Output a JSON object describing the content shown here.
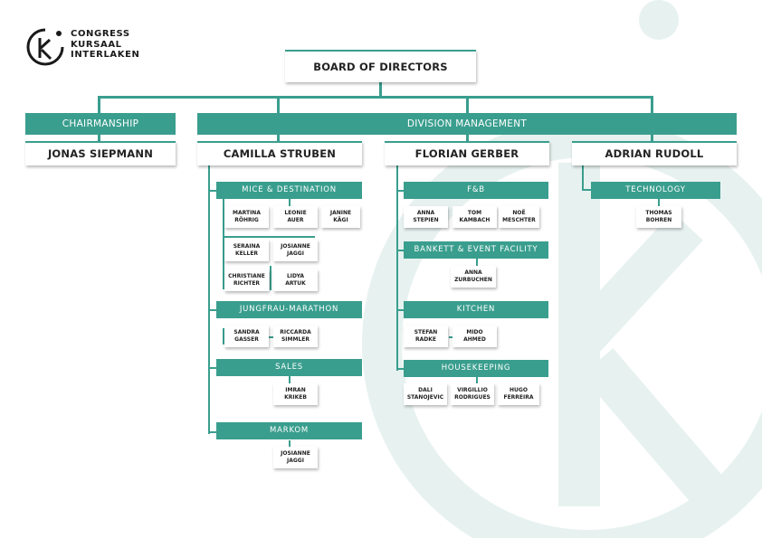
{
  "logo": {
    "lines": [
      "CONGRESS",
      "KURSAAL",
      "INTERLAKEN"
    ],
    "mark": "K"
  },
  "board": "BOARD OF DIRECTORS",
  "chairmanship": {
    "header": "CHAIRMANSHIP",
    "person": "JONAS SIEPMANN"
  },
  "division": {
    "header": "DIVISION MANAGEMENT"
  },
  "heads": [
    "CAMILLA STRUBEN",
    "FLORIAN GERBER",
    "ADRIAN RUDOLL"
  ],
  "camilla": {
    "mice": {
      "label": "MICE & DESTINATION",
      "people": [
        {
          "first": "MARTINA",
          "last": "RÖHRIG"
        },
        {
          "first": "LEONIE",
          "last": "AUER"
        },
        {
          "first": "JANINE",
          "last": "KÄGI"
        },
        {
          "first": "SERAINA",
          "last": "KELLER"
        },
        {
          "first": "JOSIANNE",
          "last": "JAGGI"
        },
        {
          "first": "CHRISTIANE",
          "last": "RICHTER"
        },
        {
          "first": "LIDYA",
          "last": "ARTUK"
        }
      ]
    },
    "jungfrau": {
      "label": "JUNGFRAU-MARATHON",
      "people": [
        {
          "first": "SANDRA",
          "last": "GASSER"
        },
        {
          "first": "RICCARDA",
          "last": "SIMMLER"
        }
      ]
    },
    "sales": {
      "label": "SALES",
      "people": [
        {
          "first": "IMRAN",
          "last": "KRIKEB"
        }
      ]
    },
    "markom": {
      "label": "MARKOM",
      "people": [
        {
          "first": "JOSIANNE",
          "last": "JAGGI"
        }
      ]
    }
  },
  "florian": {
    "fb": {
      "label": "F&B",
      "people": [
        {
          "first": "ANNA",
          "last": "STEPIEN"
        },
        {
          "first": "TOM",
          "last": "KAMBACH"
        },
        {
          "first": "NOË",
          "last": "MESCHTER"
        }
      ]
    },
    "bankett": {
      "label": "BANKETT & EVENT FACILITY",
      "people": [
        {
          "first": "ANNA",
          "last": "ZURBUCHEN"
        }
      ]
    },
    "kitchen": {
      "label": "KITCHEN",
      "people": [
        {
          "first": "STEFAN",
          "last": "RADKE"
        },
        {
          "first": "MIDO",
          "last": "AHMED"
        }
      ]
    },
    "housekeeping": {
      "label": "HOUSEKEEPING",
      "people": [
        {
          "first": "DALI",
          "last": "STANOJEVIC"
        },
        {
          "first": "VIRGILLIO",
          "last": "RODRIGUES"
        },
        {
          "first": "HUGO",
          "last": "FERREIRA"
        }
      ]
    }
  },
  "adrian": {
    "technology": {
      "label": "TECHNOLOGY",
      "people": [
        {
          "first": "THOMAS",
          "last": "BOHREN"
        }
      ]
    }
  },
  "colors": {
    "teal": "#3a9e8e",
    "watermark": "#e5f1ef",
    "ink": "#222222"
  }
}
